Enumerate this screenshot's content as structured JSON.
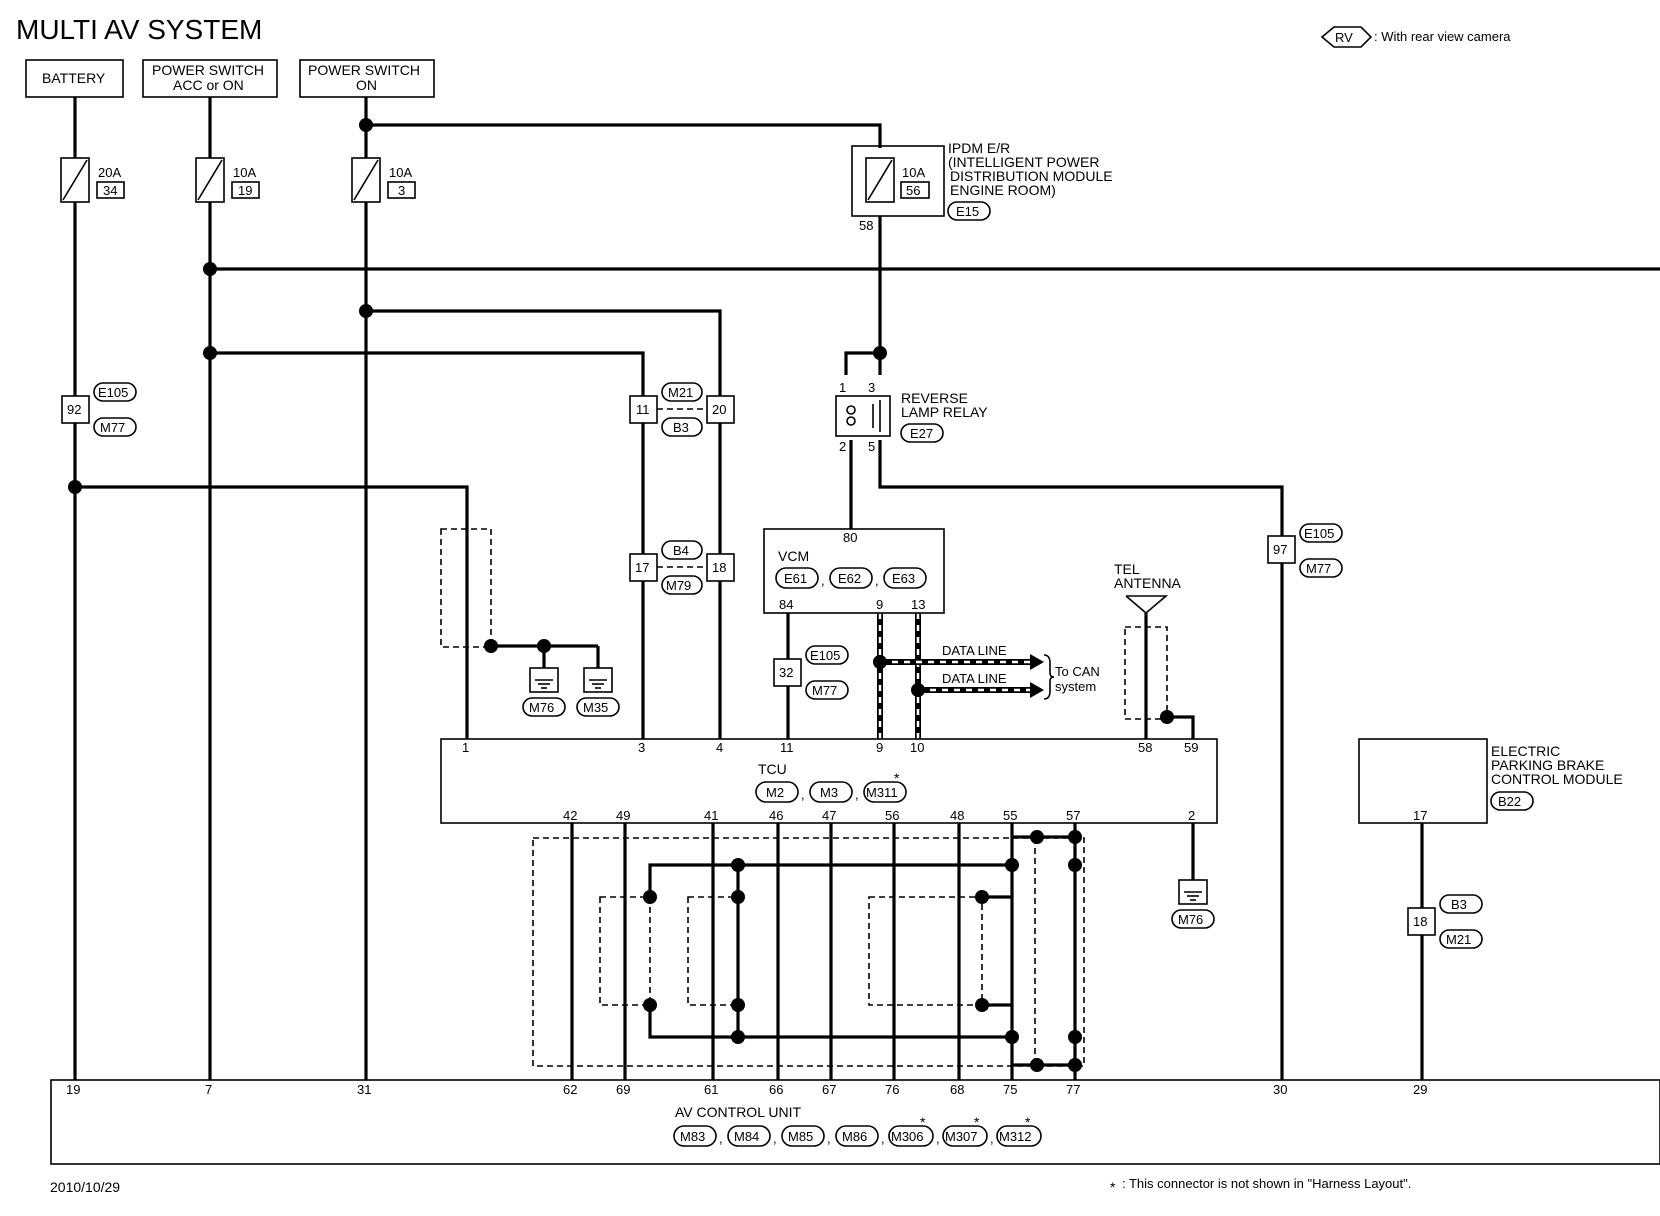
{
  "title": "MULTI AV SYSTEM",
  "legend": {
    "rv_tag": "RV",
    "rv_text": ": With rear view camera"
  },
  "date": "2010/10/29",
  "footnote": ": This connector is not shown in \"Harness Layout\".",
  "sources": {
    "battery": "BATTERY",
    "acc_line1": "POWER SWITCH",
    "acc_line2": "ACC or ON",
    "on_line1": "POWER SWITCH",
    "on_line2": "ON"
  },
  "fuses": {
    "f1": {
      "amp": "20A",
      "num": "34"
    },
    "f2": {
      "amp": "10A",
      "num": "19"
    },
    "f3": {
      "amp": "10A",
      "num": "3"
    },
    "f4": {
      "amp": "10A",
      "num": "56"
    }
  },
  "ipdm": {
    "line1": "IPDM E/R",
    "line2": "(INTELLIGENT POWER",
    "line3": "DISTRIBUTION MODULE",
    "line4": "ENGINE ROOM)",
    "conn": "E15",
    "pin": "58"
  },
  "relay": {
    "line1": "REVERSE",
    "line2": "LAMP RELAY",
    "conn": "E27",
    "pins": [
      "1",
      "3",
      "2",
      "5"
    ]
  },
  "jc": {
    "j92": {
      "num": "92",
      "c1": "E105",
      "c2": "M77"
    },
    "j11": {
      "num": "11"
    },
    "j20": {
      "num": "20",
      "c1": "M21",
      "c2": "B3"
    },
    "j17": {
      "num": "17"
    },
    "j18": {
      "num": "18",
      "c1": "B4",
      "c2": "M79"
    },
    "j32": {
      "num": "32",
      "c1": "E105",
      "c2": "M77"
    },
    "j97": {
      "num": "97",
      "c1": "E105",
      "c2": "M77"
    },
    "j18b": {
      "num": "18",
      "c1": "B3",
      "c2": "M21"
    }
  },
  "grounds": {
    "g1": "M76",
    "g2": "M35",
    "g3": "M76"
  },
  "vcm": {
    "name": "VCM",
    "c1": "E61",
    "c2": "E62",
    "c3": "E63",
    "pin_top": "80",
    "pins": [
      "84",
      "9",
      "13"
    ]
  },
  "data_lines": {
    "l1": "DATA LINE",
    "l2": "DATA LINE",
    "to1": "To CAN",
    "to2": "system"
  },
  "antenna": {
    "line1": "TEL",
    "line2": "ANTENNA"
  },
  "tcu": {
    "name": "TCU",
    "c1": "M2",
    "c2": "M3",
    "c3": "M311",
    "top_pins": [
      "1",
      "3",
      "4",
      "11",
      "9",
      "10",
      "58",
      "59"
    ],
    "bottom_pins": [
      "42",
      "49",
      "41",
      "46",
      "47",
      "56",
      "48",
      "55",
      "57",
      "2"
    ]
  },
  "epb": {
    "line1": "ELECTRIC",
    "line2": "PARKING BRAKE",
    "line3": "CONTROL MODULE",
    "conn": "B22",
    "pin": "17"
  },
  "av": {
    "name": "AV CONTROL UNIT",
    "conns": [
      "M83",
      "M84",
      "M85",
      "M86",
      "M306",
      "M307",
      "M312"
    ],
    "pins": [
      "19",
      "7",
      "31",
      "62",
      "69",
      "61",
      "66",
      "67",
      "76",
      "68",
      "75",
      "77",
      "30",
      "29"
    ]
  },
  "asterisk": "*"
}
